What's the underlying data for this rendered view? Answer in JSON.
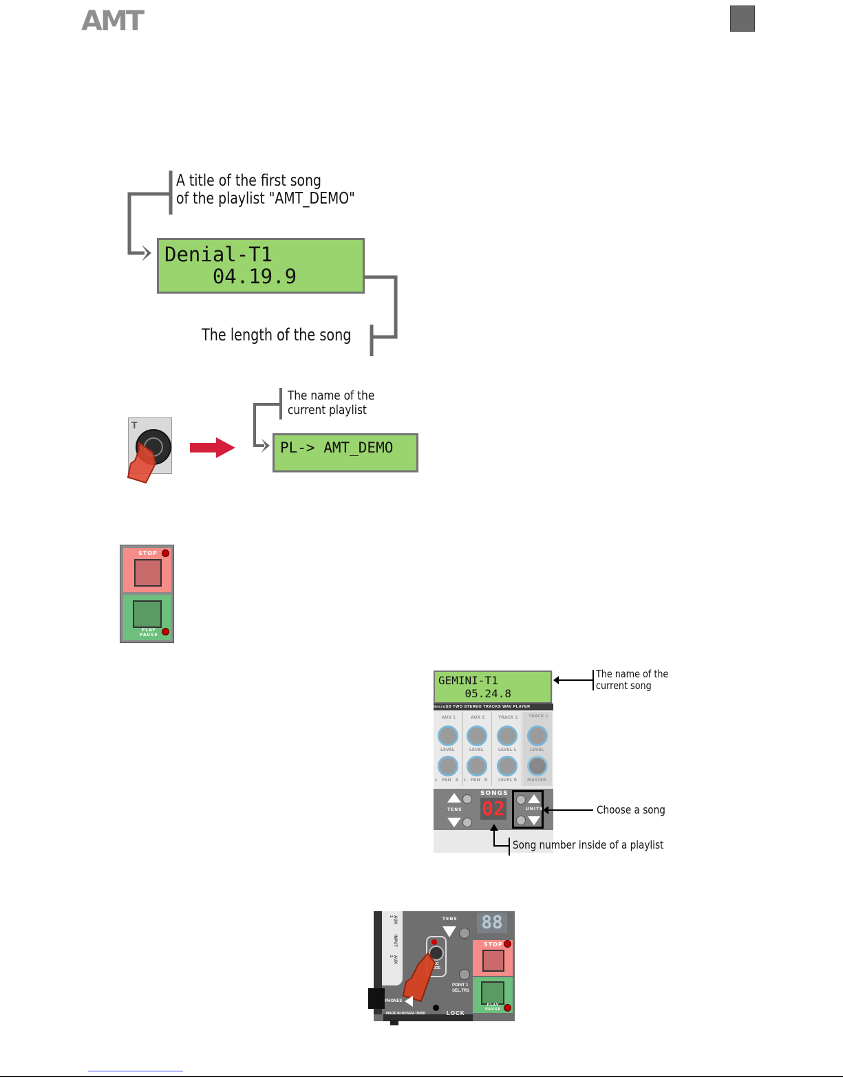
{
  "header": {
    "logo": "AMT"
  },
  "figure1": {
    "lcd_line1": "Denial-T1",
    "lcd_line2": "    04.19.9",
    "callout_title": "A title of the first song\nof the playlist \"AMT_DEMO\"",
    "callout_length": "The length of the song"
  },
  "figure2": {
    "lcd_text": "PL-> AMT_DEMO",
    "callout": "The name of the\ncurrent playlist"
  },
  "figure3": {
    "stop_label": "STOP",
    "play_label": "PLAY\nPAUSE"
  },
  "figure4": {
    "lcd_line1": "GEMINI-T1",
    "lcd_line2": "    05.24.8",
    "strip_text": "microSD TWO STEREO TRACKS WAV PLAYER",
    "column_labels": [
      "AUX 1",
      "AUX 2",
      "TRACK 2",
      "TRACK 1"
    ],
    "level_labels": [
      "LEVEL",
      "LEVEL",
      "LEVEL L",
      "LEVEL"
    ],
    "pan_labels": [
      "L   PAN   R",
      "L   PAN   R",
      "LEVEL R",
      "MASTER"
    ],
    "songs_label": "SONGS",
    "tens_label": "TENS",
    "units_label": "UNITS",
    "display_digits": "02",
    "callout_song_name": "The name of the\ncurrent song",
    "callout_choose": "Choose a song",
    "callout_number": "Song number inside of a playlist"
  },
  "figure5": {
    "side_labels": [
      "AUX 1",
      "INPUT",
      "AUX 2"
    ],
    "tens_label": "TENS",
    "digits": "88",
    "stop_label": "STOP",
    "play_label": "PLAY\nPAUSE",
    "knob_label": "ESC\nMODE",
    "point_label": "POINT 1\nSEL.TR1",
    "phones_label": "PHONES",
    "made_label": "MADE IN RUSSIA OMSK",
    "lock_label": "LOCK"
  }
}
